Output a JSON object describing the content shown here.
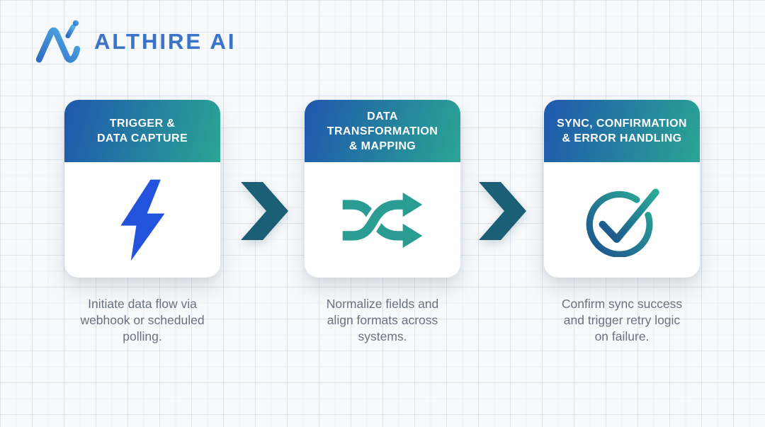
{
  "brand": {
    "name": "ALTHIRE AI",
    "logo_icon": "althire-a-pen-monogram"
  },
  "colors": {
    "background": "#f7f9fb",
    "grid_line": "#cbd6e2",
    "header_gradient_start": "#1f57ae",
    "header_gradient_end": "#2aa593",
    "chevron": "#1a5f76",
    "bolt_icon": "#2353dd",
    "shuffle_icon": "#2b9c92",
    "check_gradient_start": "#1d4f8c",
    "check_gradient_end": "#2bab97",
    "description_text": "#6a7280",
    "logo_blue": "#3a73c8"
  },
  "steps": [
    {
      "icon": "lightning-bolt-icon",
      "title_lines": [
        "TRIGGER &",
        "DATA CAPTURE"
      ],
      "description_lines": [
        "Initiate data flow via",
        "webhook or scheduled",
        "polling."
      ]
    },
    {
      "icon": "shuffle-arrows-icon",
      "title_lines": [
        "DATA",
        "TRANSFORMATION",
        "& MAPPING"
      ],
      "description_lines": [
        "Normalize fields and",
        "align formats across",
        "systems."
      ]
    },
    {
      "icon": "check-circle-icon",
      "title_lines": [
        "SYNC, CONFIRMATION",
        "& ERROR HANDLING"
      ],
      "description_lines": [
        "Confirm sync success",
        "and trigger retry logic",
        "on failure."
      ]
    }
  ],
  "connectors": [
    {
      "icon": "chevron-right-icon"
    },
    {
      "icon": "chevron-right-icon"
    }
  ]
}
